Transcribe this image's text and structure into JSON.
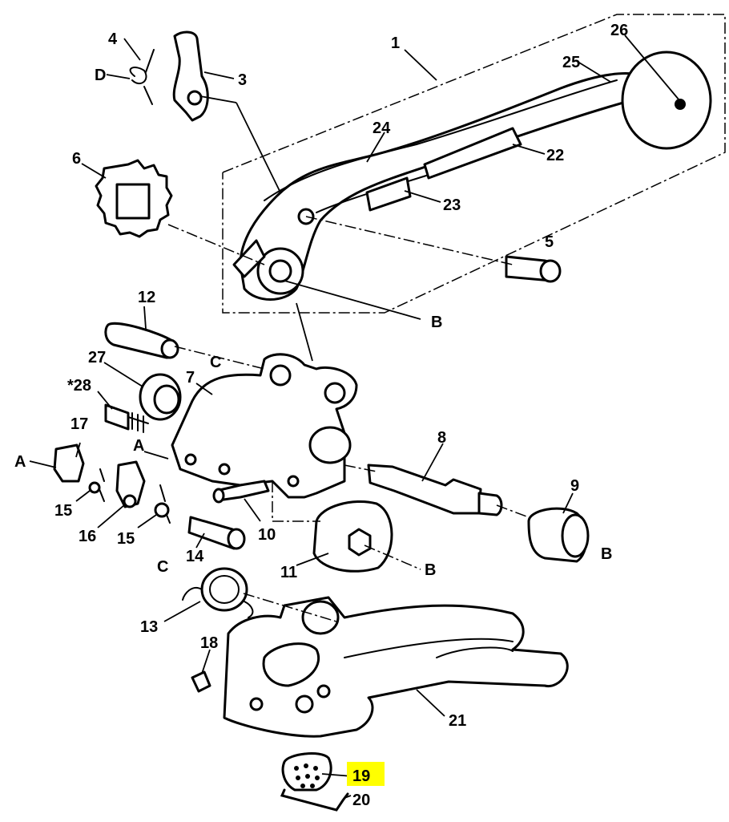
{
  "diagram": {
    "title": "Strapping tensioner exploded parts diagram",
    "highlight_color": "#ffff00",
    "line_color": "#000000",
    "background": "#ffffff",
    "highlighted_label": "19",
    "labels": {
      "p1": "1",
      "p3": "3",
      "p4": "4",
      "p5": "5",
      "p6": "6",
      "p7": "7",
      "p8": "8",
      "p9": "9",
      "p10": "10",
      "p11": "11",
      "p12": "12",
      "p13": "13",
      "p14": "14",
      "p15a": "15",
      "p15b": "15",
      "p16": "16",
      "p17": "17",
      "p18": "18",
      "p19": "19",
      "p20": "20",
      "p21": "21",
      "p22": "22",
      "p23": "23",
      "p24": "24",
      "p25": "25",
      "p26": "26",
      "p27": "27",
      "p28": "*28",
      "refD": "D",
      "refB1": "B",
      "refB2": "B",
      "refB3": "B",
      "refC1": "C",
      "refC2": "C",
      "refA1": "A",
      "refA2": "A"
    }
  }
}
